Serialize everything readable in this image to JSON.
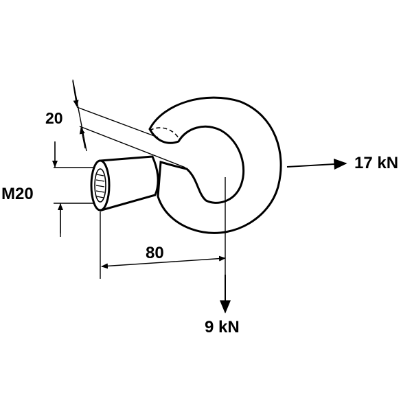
{
  "labels": {
    "eye_thickness": "20",
    "thread": "M20",
    "length": "80",
    "force_horizontal": "17 kN",
    "force_vertical": "9 kN"
  },
  "colors": {
    "ink": "#000000",
    "paper": "#ffffff"
  }
}
